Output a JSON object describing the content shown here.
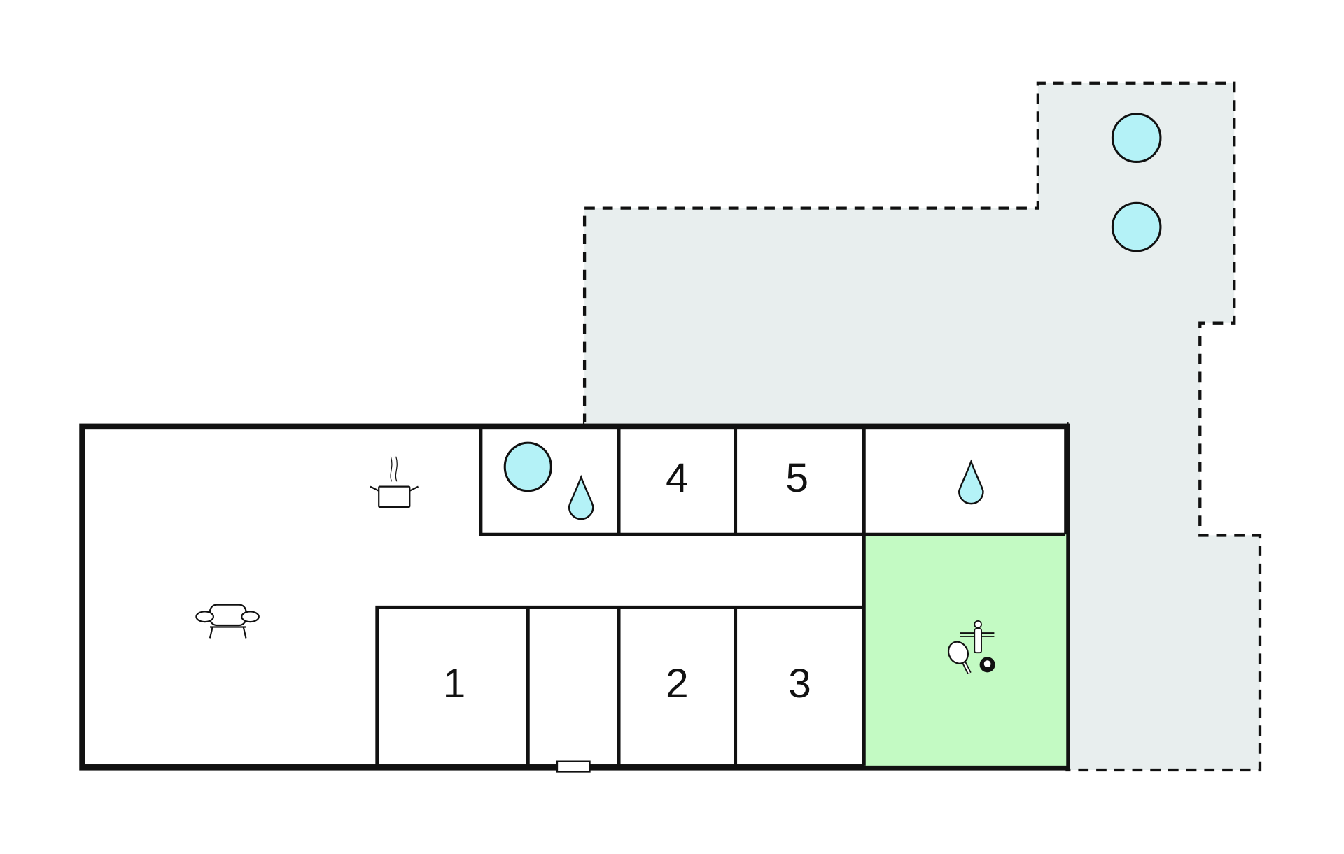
{
  "floorplan": {
    "rooms": {
      "bedroom_1": "1",
      "bedroom_2": "2",
      "bedroom_3": "3",
      "bedroom_4": "4",
      "bedroom_5": "5"
    },
    "colors": {
      "terrace": "#e8eeee",
      "water": "#b4f2f7",
      "activity_room": "#c3fac3",
      "wall": "#111111"
    },
    "icons": [
      "kitchen-pot-icon",
      "sofa-icon",
      "bathtub-icon",
      "shower-drop-icon",
      "hot-tub-icon",
      "table-tennis-icon",
      "foosball-icon",
      "billiard-ball-icon"
    ]
  }
}
